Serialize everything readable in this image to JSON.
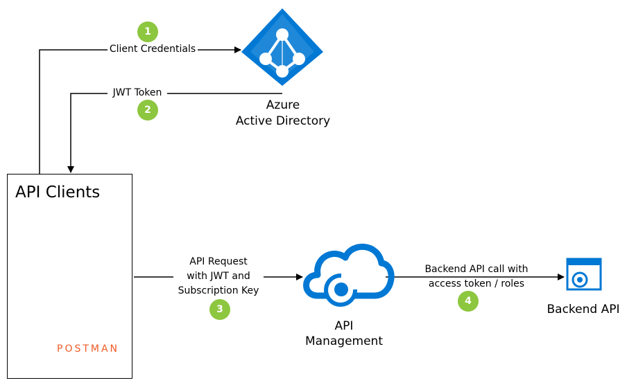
{
  "colors": {
    "azure_blue": "#0078d4",
    "badge_green": "#8dc63f",
    "postman_orange": "#ef5b25",
    "line": "#000000"
  },
  "nodes": {
    "azure_ad": {
      "line1": "Azure",
      "line2": "Active Directory",
      "icon": "azure-ad-pyramid-icon"
    },
    "api_clients": {
      "title": "API Clients",
      "icon": "server-tower-icon",
      "postman_label": "POSTMAN",
      "postman_icon": "postman-logo-icon"
    },
    "api_management": {
      "line1": "API",
      "line2": "Management",
      "icon": "cloud-api-management-icon"
    },
    "backend_api": {
      "label": "Backend API",
      "icon": "backend-api-window-icon"
    }
  },
  "steps": [
    {
      "number": "1",
      "label": "Client Credentials"
    },
    {
      "number": "2",
      "label": "JWT Token"
    },
    {
      "number": "3",
      "label_lines": [
        "API Request",
        "with JWT and",
        "Subscription Key"
      ]
    },
    {
      "number": "4",
      "label_lines": [
        "Backend API call with",
        "access token / roles"
      ]
    }
  ]
}
